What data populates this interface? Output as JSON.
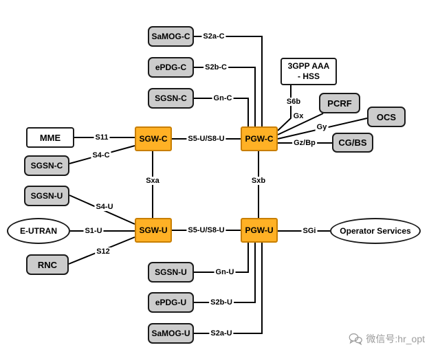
{
  "colors": {
    "orange_fill": "#FFB125",
    "orange_border": "#C87E00",
    "gray_fill": "#CCCCCC",
    "node_border": "#1A1A1A",
    "line": "#000000",
    "watermark": "#9B9B9B"
  },
  "nodes": {
    "samog_c": "SaMOG-C",
    "epdg_c": "ePDG-C",
    "sgsn_c_top": "SGSN-C",
    "aaa_hss_line1": "3GPP AAA",
    "aaa_hss_line2": "- HSS",
    "pcrf": "PCRF",
    "ocs": "OCS",
    "cg_bs": "CG/BS",
    "mme": "MME",
    "sgw_c": "SGW-C",
    "pgw_c": "PGW-C",
    "sgsn_c_left": "SGSN-C",
    "sgsn_u_left": "SGSN-U",
    "eutran": "E-UTRAN",
    "sgw_u": "SGW-U",
    "pgw_u": "PGW-U",
    "operator_services": "Operator Services",
    "rnc": "RNC",
    "sgsn_u_bottom": "SGSN-U",
    "epdg_u": "ePDG-U",
    "samog_u": "SaMOG-U"
  },
  "edges": {
    "s2a_c": "S2a-C",
    "s2b_c": "S2b-C",
    "gn_c": "Gn-C",
    "s6b": "S6b",
    "gx": "Gx",
    "gy": "Gy",
    "gz_bp": "Gz/Bp",
    "s11": "S11",
    "s4_c": "S4-C",
    "s5u_s8u_c": "S5-U/S8-U",
    "sxa": "Sxa",
    "sxb": "Sxb",
    "s4_u": "S4-U",
    "s1_u": "S1-U",
    "s12": "S12",
    "s5u_s8u_u": "S5-U/S8-U",
    "sgi": "SGi",
    "gn_u": "Gn-U",
    "s2b_u": "S2b-U",
    "s2a_u": "S2a-U"
  },
  "watermark": {
    "icon": "wechat-bubbles-icon",
    "text": "微信号:hr_opt"
  }
}
